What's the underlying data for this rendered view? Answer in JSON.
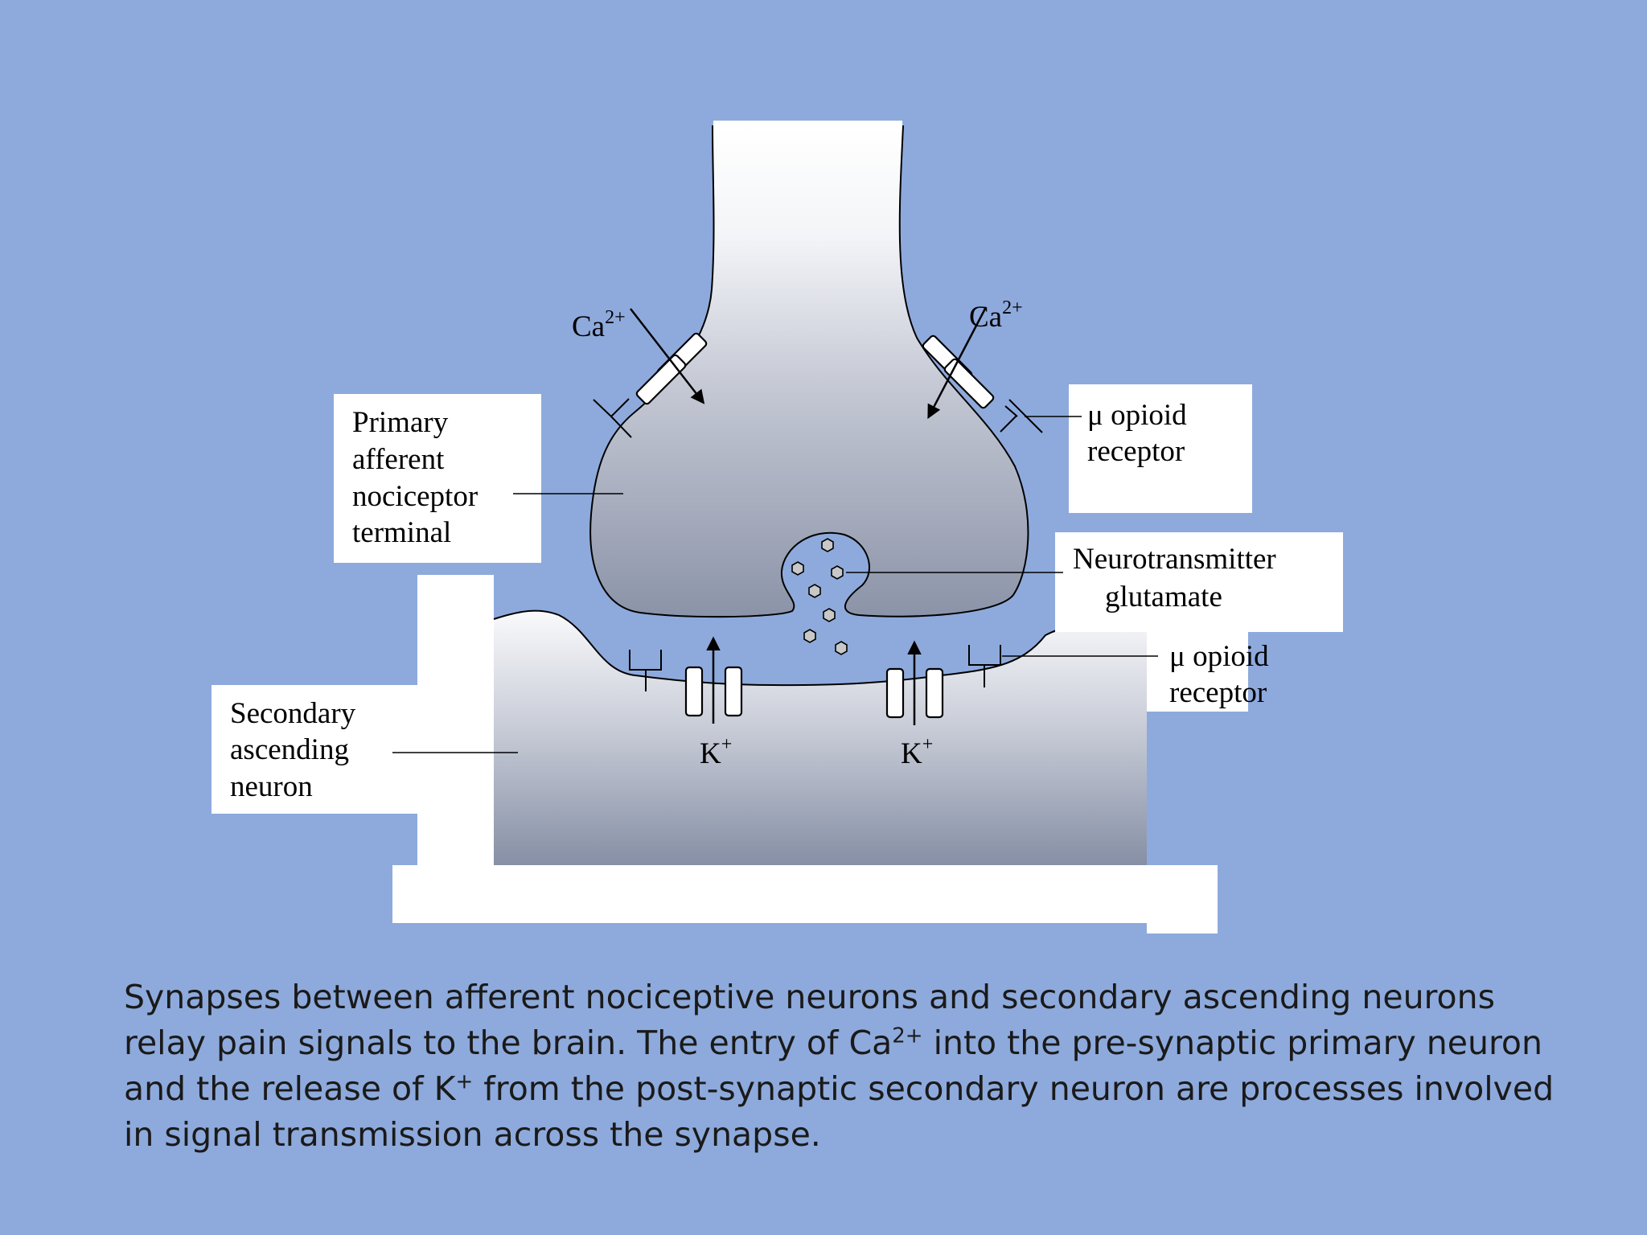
{
  "colors": {
    "background": "#8EAADC",
    "panel": "#FFFFFF",
    "cell_top": "#FAFAFC",
    "cell_bottom": "#8891A8",
    "stroke": "#000000",
    "vesicle_fill": "#C8C8C8"
  },
  "labels": {
    "primary": [
      "Primary",
      "afferent",
      "nociceptor",
      "terminal"
    ],
    "secondary": [
      "Secondary",
      "ascending",
      "neuron"
    ],
    "opioid_top": [
      "μ opioid",
      "receptor"
    ],
    "opioid_bottom": [
      "μ opioid",
      "receptor"
    ],
    "neurotransmitter": [
      "Neurotransmitter",
      "glutamate"
    ],
    "ca_left": {
      "base": "Ca",
      "sup": "2+"
    },
    "ca_right": {
      "base": "Ca",
      "sup": "2+"
    },
    "k_left": {
      "base": "K",
      "sup": "+"
    },
    "k_right": {
      "base": "K",
      "sup": "+"
    }
  },
  "caption": {
    "line1": "Synapses between afferent nociceptive neurons and secondary ascending neurons",
    "line2_a": "relay pain signals to the brain. The entry of Ca",
    "line2_sup": "2+",
    "line2_b": " into the pre-synaptic primary neuron",
    "line3_a": "and the release of K",
    "line3_sup": "+",
    "line3_b": " from the post-synaptic secondary neuron are processes involved",
    "line4": "in signal transmission across the synapse."
  }
}
